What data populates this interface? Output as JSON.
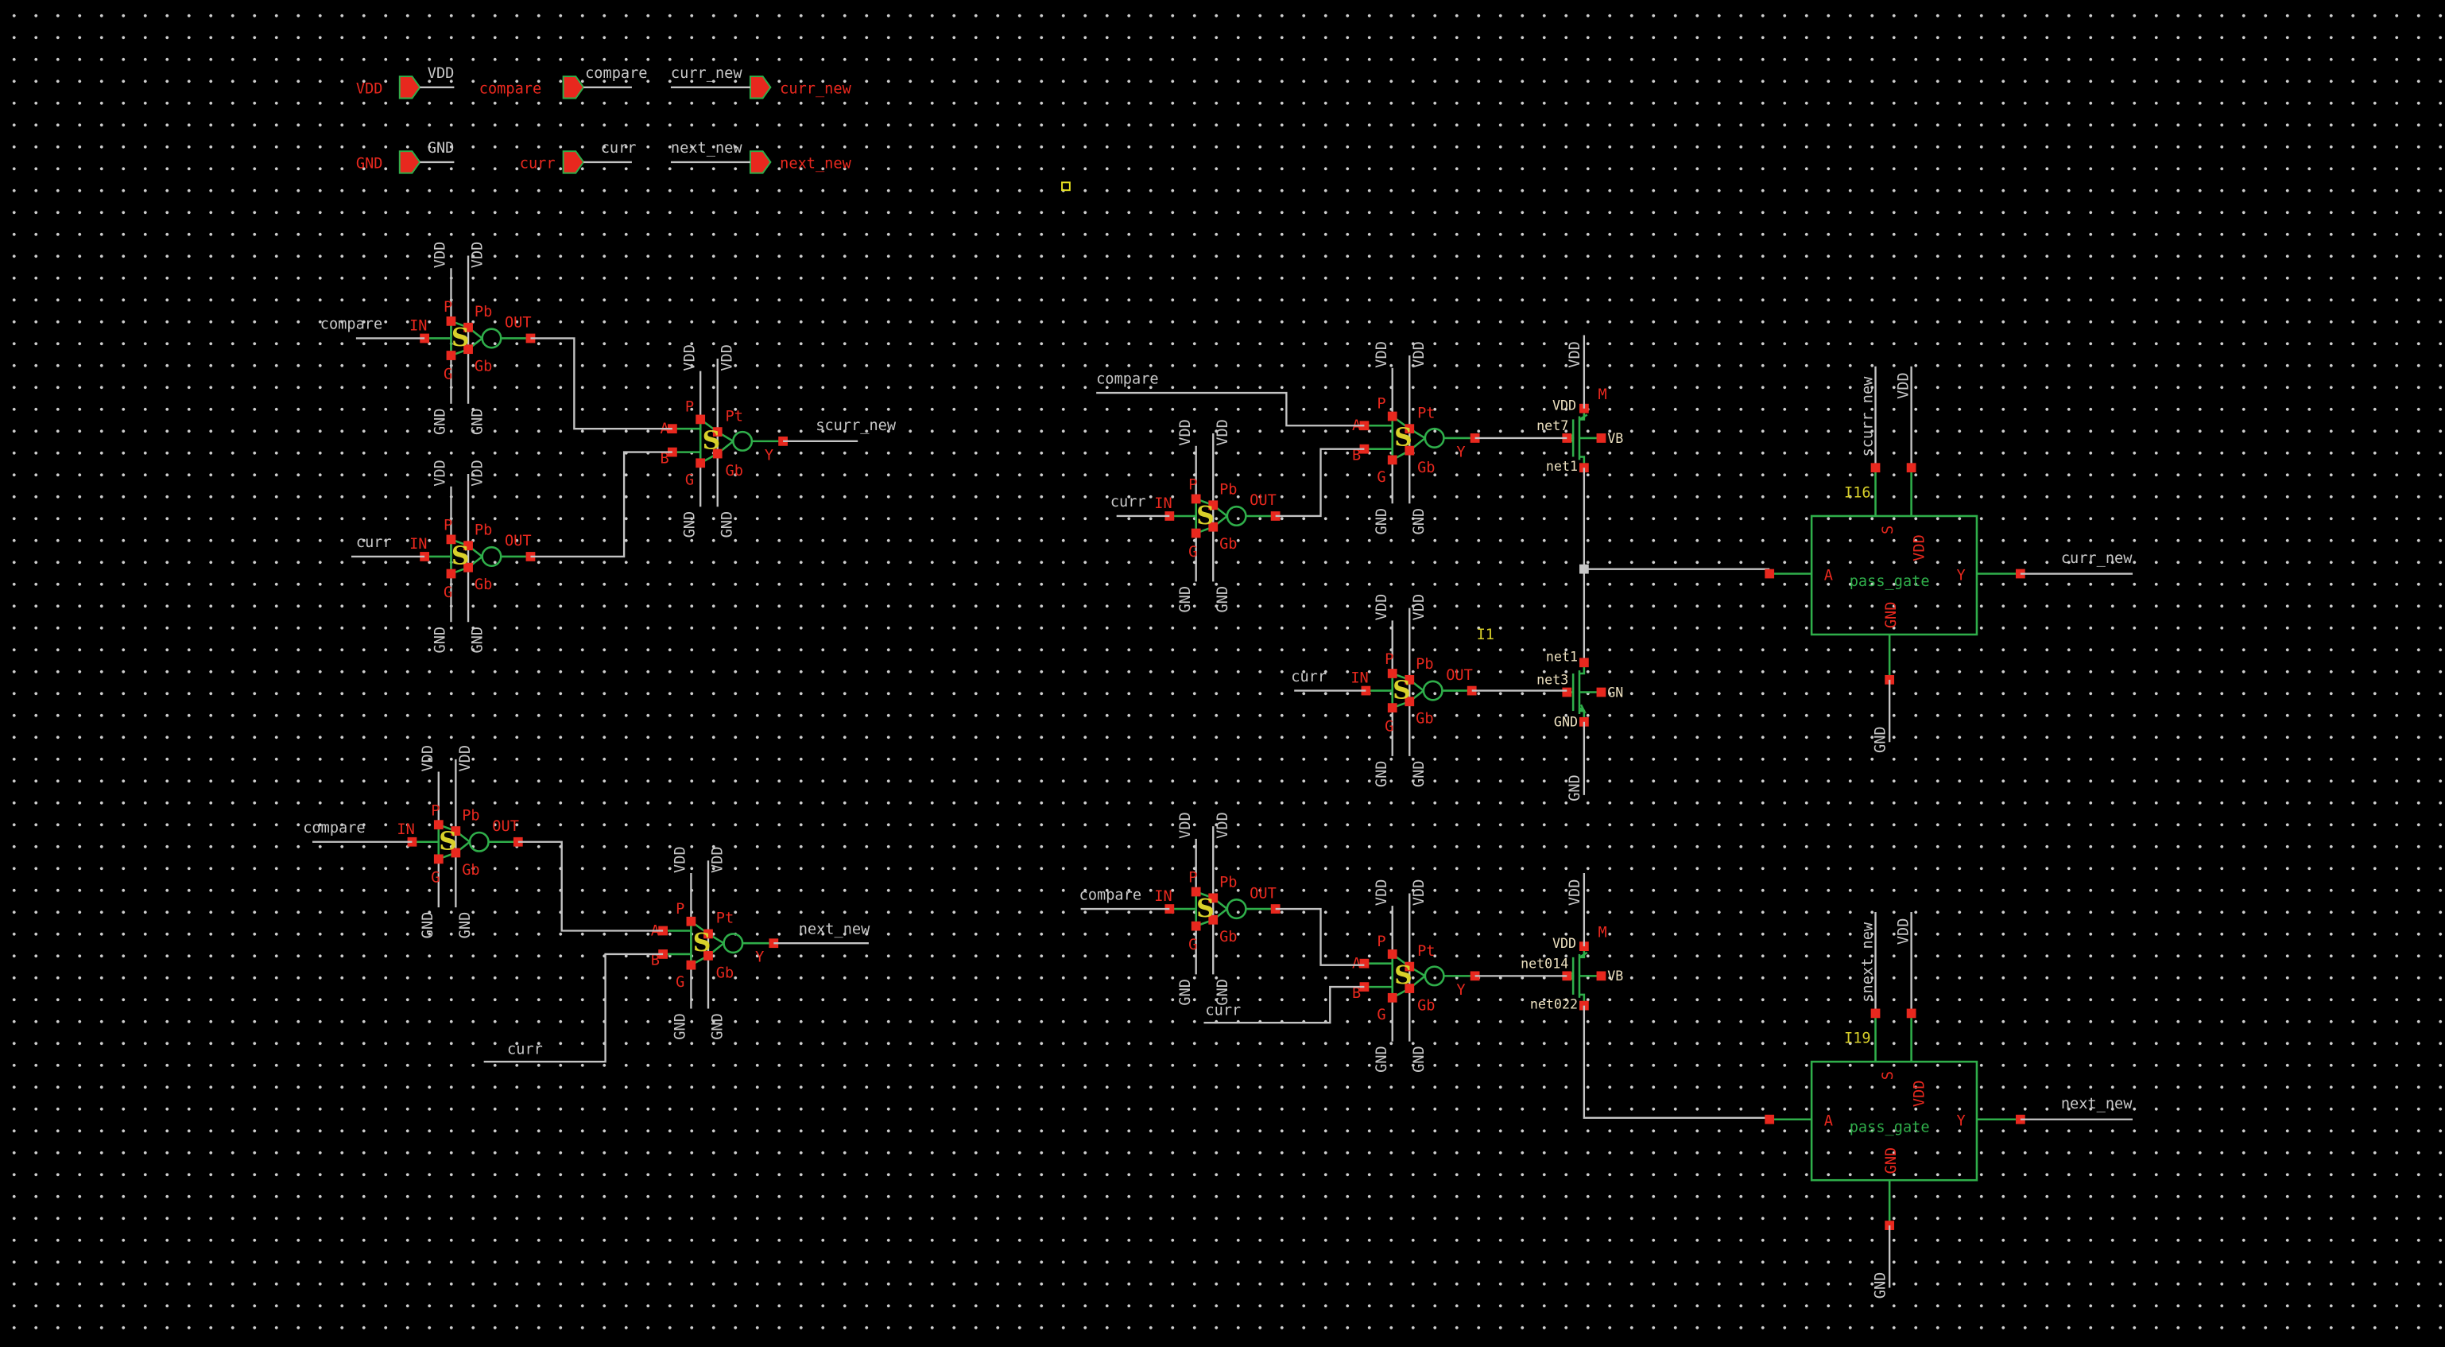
{
  "colors": {
    "background": "#000000",
    "wire": "#c4c4c4",
    "pin": "#e8281e",
    "symbol": "#2fae4a",
    "instance_label": "#d8d02a",
    "net_label": "#ece0bf"
  },
  "io_pins": [
    {
      "label": "VDD",
      "wire_label": "VDD",
      "direction": "input"
    },
    {
      "label": "compare",
      "wire_label": "compare",
      "direction": "input"
    },
    {
      "label": "curr_new",
      "wire_label": "curr_new",
      "direction": "output"
    },
    {
      "label": "GND",
      "wire_label": "GND",
      "direction": "input"
    },
    {
      "label": "curr",
      "wire_label": "curr",
      "direction": "input"
    },
    {
      "label": "next_new",
      "wire_label": "next_new",
      "direction": "output"
    }
  ],
  "cell_symbol": "S",
  "inverter_pins": {
    "in": "IN",
    "p": "P",
    "pb": "Pb",
    "g": "G",
    "gb": "Gb",
    "out": "OUT"
  },
  "gate2_pins": {
    "a": "A",
    "b": "B",
    "p": "P",
    "pt": "Pt",
    "g": "G",
    "gb": "Gb",
    "y": "Y"
  },
  "rails": {
    "vdd": "VDD",
    "gnd": "GND"
  },
  "inverters": [
    {
      "input_net": "compare"
    },
    {
      "input_net": "curr"
    },
    {
      "input_net": "compare"
    },
    {
      "input_net": "curr"
    },
    {
      "input_net": "curr",
      "instance": "I1"
    },
    {
      "input_net": "compare"
    }
  ],
  "gates2": [
    {
      "output_net": "scurr_new"
    },
    {
      "output_net": "next_new",
      "input_b_net": "curr"
    },
    {
      "input_a_net": "compare"
    },
    {
      "input_b_net": "curr"
    }
  ],
  "transistors": [
    {
      "type": "pmos",
      "instance": "M",
      "source": "VDD",
      "gate": "net7",
      "drain": "net1",
      "body": "VB",
      "rail": "VDD"
    },
    {
      "type": "nmos",
      "gate": "net3",
      "drain": "net1",
      "source": "GND",
      "body": "GN",
      "rail": "GND"
    },
    {
      "type": "pmos",
      "instance": "M",
      "source": "VDD",
      "gate": "net014",
      "drain": "net022",
      "body": "VB",
      "rail": "VDD"
    }
  ],
  "pass_gates": [
    {
      "instance": "I16",
      "cell": "pass_gate",
      "s_net": "scurr_new",
      "vdd_net": "VDD",
      "gnd_net": "GND",
      "out_net": "curr_new",
      "pins": {
        "s": "S",
        "vdd": "VDD",
        "a": "A",
        "y": "Y",
        "gnd": "GND"
      }
    },
    {
      "instance": "I19",
      "cell": "pass_gate",
      "s_net": "snext_new",
      "vdd_net": "VDD",
      "gnd_net": "GND",
      "out_net": "next_new",
      "pins": {
        "s": "S",
        "vdd": "VDD",
        "a": "A",
        "y": "Y",
        "gnd": "GND"
      }
    }
  ]
}
